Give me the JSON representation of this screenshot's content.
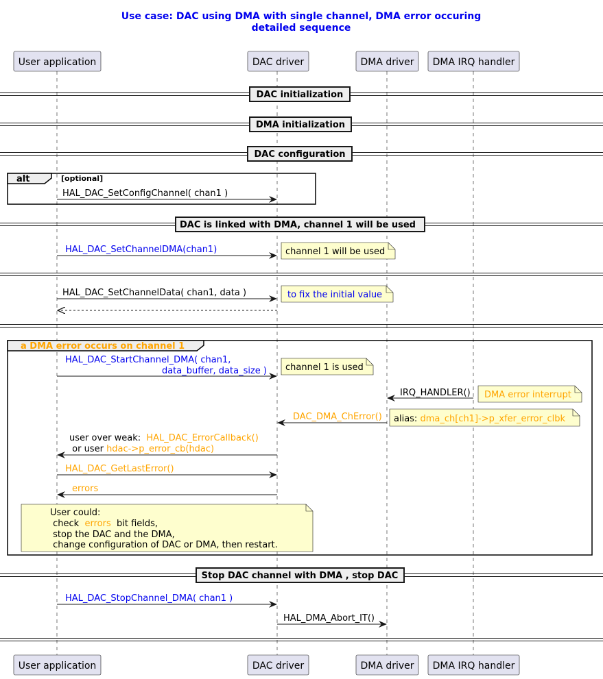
{
  "title": {
    "line1": "Use case: DAC using DMA with single channel, DMA  error occuring",
    "line2": "detailed sequence"
  },
  "participants": [
    {
      "label": "User application"
    },
    {
      "label": "DAC driver"
    },
    {
      "label": "DMA driver"
    },
    {
      "label": "DMA IRQ handler"
    }
  ],
  "dividers": [
    {
      "label": "DAC initialization"
    },
    {
      "label": "DMA initialization"
    },
    {
      "label": "DAC configuration"
    },
    {
      "label": "DAC is linked with DMA, channel 1 will be used"
    },
    {
      "label": "Stop DAC channel with DMA , stop DAC"
    }
  ],
  "alt_group": {
    "keyword": "alt",
    "condition": "[optional]"
  },
  "error_group": {
    "label": "a DMA error occurs on channel 1"
  },
  "messages": {
    "set_config": "HAL_DAC_SetConfigChannel( chan1 )",
    "set_channel_dma": "HAL_DAC_SetChannelDMA(chan1)",
    "set_channel_data": "HAL_DAC_SetChannelData( chan1, data )",
    "start_line1": "HAL_DAC_StartChannel_DMA(  chan1,",
    "start_line2": "data_buffer, data_size )",
    "irq_handler": "IRQ_HANDLER()",
    "dac_dma_ch_error": "DAC_DMA_ChError()",
    "callback_l1_prefix": "user over weak:  ",
    "callback_l1_name": "HAL_DAC_ErrorCallback()",
    "callback_l2_prefix": " or user ",
    "callback_l2_name": "hdac->p_error_cb(hdac)",
    "get_last_error": "HAL_DAC_GetLastError()",
    "errors": "errors",
    "stop_channel_dma": "HAL_DAC_StopChannel_DMA( chan1 )",
    "dma_abort": "HAL_DMA_Abort_IT()"
  },
  "notes": {
    "channel_will_be_used": "channel 1 will be used",
    "fix_initial_value": "to fix the initial value",
    "channel_is_used": "channel 1 is used",
    "dma_error_interrupt": "DMA error interrupt",
    "alias_prefix": "alias:  ",
    "alias_value": "dma_ch[ch1]->p_xfer_error_clbk",
    "user_could_l1": "User could:",
    "user_could_l2_prefix": " check  ",
    "user_could_l2_errors": "errors",
    "user_could_l2_suffix": "  bit fields,",
    "user_could_l3": " stop the DAC and the DMA,",
    "user_could_l4": " change configuration of DAC or DMA, then restart."
  },
  "colors": {
    "title": "#0000ee",
    "blue_text": "#0000ee",
    "orange_text": "#ffa500",
    "participant_fill": "#e2e2f0",
    "note_fill": "#fefece",
    "divider_fill": "#eeeeee"
  }
}
